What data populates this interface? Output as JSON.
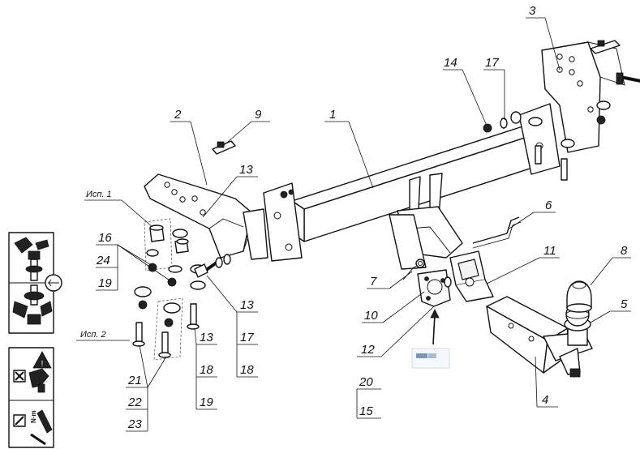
{
  "callouts": {
    "c1": "1",
    "c2": "2",
    "c3": "3",
    "c4": "4",
    "c5": "5",
    "c6": "6",
    "c7": "7",
    "c8": "8",
    "c9": "9",
    "c10": "10",
    "c11": "11",
    "c12": "12",
    "c13_top": "13",
    "c14": "14",
    "c17_top": "17",
    "c16": "16",
    "c24": "24",
    "c19_left": "19",
    "c13_mid": "13",
    "c17_mid": "17",
    "c18_mid": "18",
    "c13_low": "13",
    "c18_low": "18",
    "c19_low": "19",
    "c21": "21",
    "c22": "22",
    "c23": "23",
    "c20": "20",
    "c15": "15"
  },
  "variants": {
    "isp1": "Исп. 1",
    "isp2": "Исп. 2"
  },
  "icons": {
    "left_panel": [
      "torque-wrench-icon",
      "bolt-assembly-icon",
      "wrench-icon"
    ],
    "bottom_panel": [
      "warning-triangle-icon",
      "no-impact-wrench-icon",
      "torque-spec-icon"
    ]
  }
}
